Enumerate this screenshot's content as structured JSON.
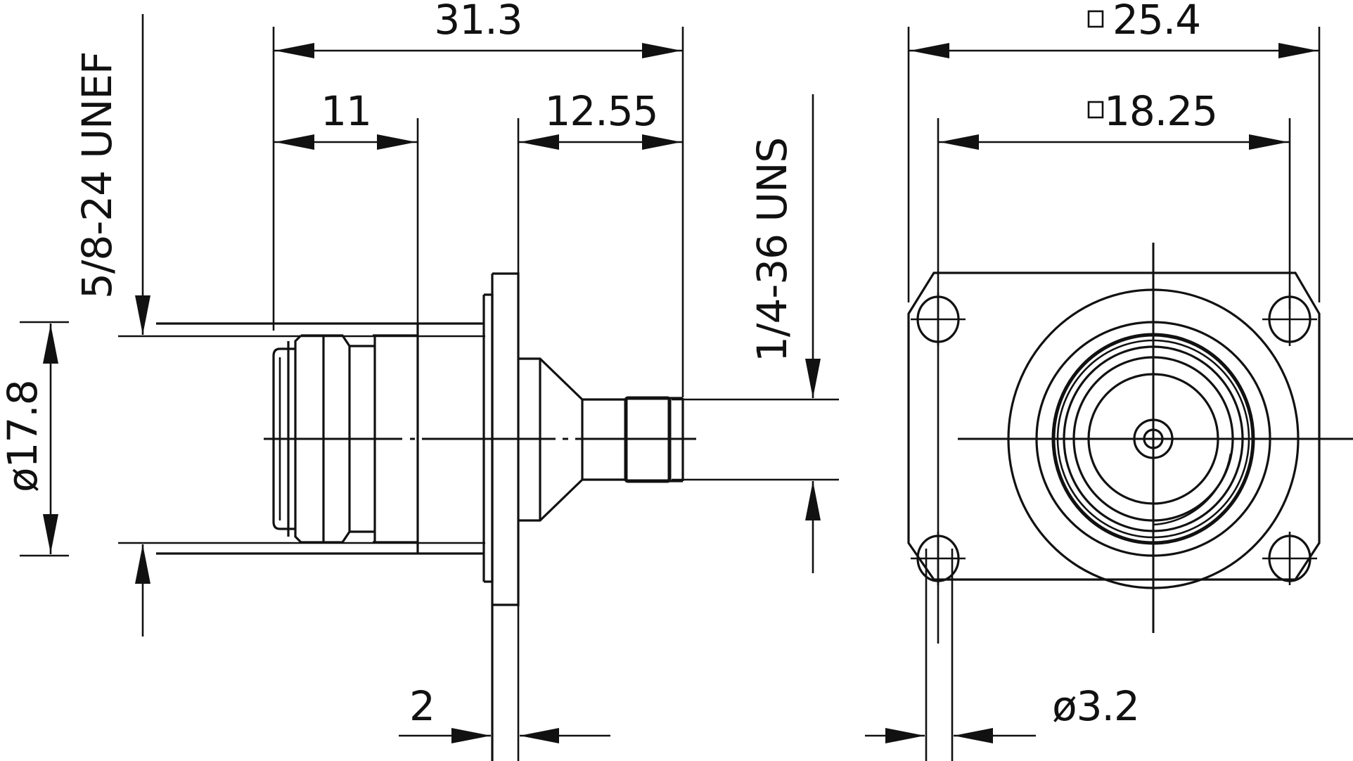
{
  "drawing": {
    "subject": "Square flange panel connector (side view and front view)",
    "background_color": "#ffffff",
    "line_color": "#111111",
    "side_view": {
      "dimensions": {
        "overall_length": "31.3",
        "front_length": "11",
        "rear_length": "12.55",
        "flange_thickness": "2",
        "body_diameter": "ø17.8",
        "front_thread": "5/8-24 UNEF",
        "rear_thread": "1/4-36 UNS"
      }
    },
    "front_view": {
      "dimensions": {
        "flange_square": "25.4",
        "hole_spacing_square": "18.25",
        "mount_hole_diameter": "ø3.2"
      },
      "square_symbol": "square-symbol"
    }
  }
}
